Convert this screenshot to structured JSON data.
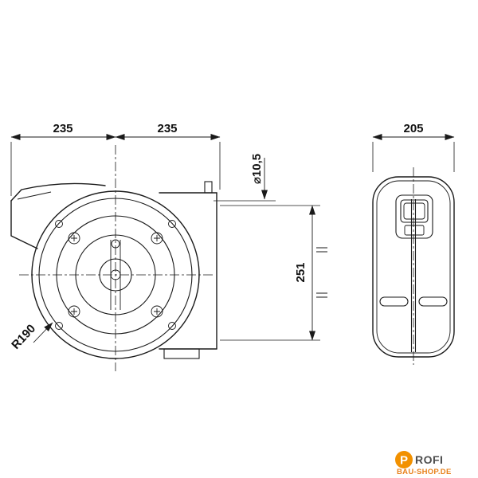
{
  "dimensions": {
    "front_width_left": "235",
    "front_width_right": "235",
    "side_depth": "205",
    "hole_diameter": "⌀10,5",
    "mount_height": "251",
    "outer_radius": "R190"
  },
  "logo": {
    "p": "P",
    "name_rest": "ROFI",
    "tagline": "BAU-SHOP.DE"
  },
  "colors": {
    "line": "#1a1a1a",
    "logo_orange": "#F29100",
    "logo_text": "#4d4d4d",
    "tagline": "#E8821D",
    "logo_letter": "#ffffff"
  }
}
